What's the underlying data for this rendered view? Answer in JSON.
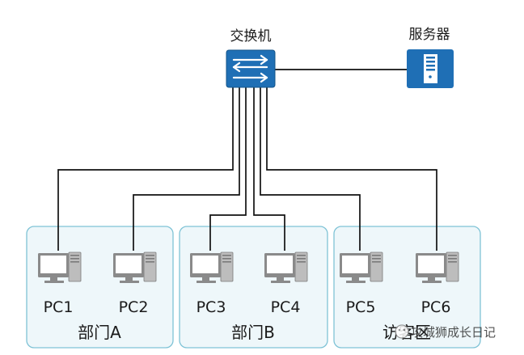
{
  "switch": {
    "label": "交换机",
    "icon": "switch-icon"
  },
  "server": {
    "label": "服务器",
    "icon": "server-icon"
  },
  "zones": [
    {
      "label": "部门A",
      "pcs": [
        "PC1",
        "PC2"
      ]
    },
    {
      "label": "部门B",
      "pcs": [
        "PC3",
        "PC4"
      ]
    },
    {
      "label": "访客区",
      "pcs": [
        "PC5",
        "PC6"
      ]
    }
  ],
  "watermark": "攻城狮成长日记",
  "colors": {
    "switch_fill": "#1f6fb5",
    "server_fill": "#1f6fb5",
    "zone_fill": "#eef7fa",
    "zone_stroke": "#7fc3d6",
    "line": "#111111",
    "pc_gray": "#8a8a8a"
  }
}
